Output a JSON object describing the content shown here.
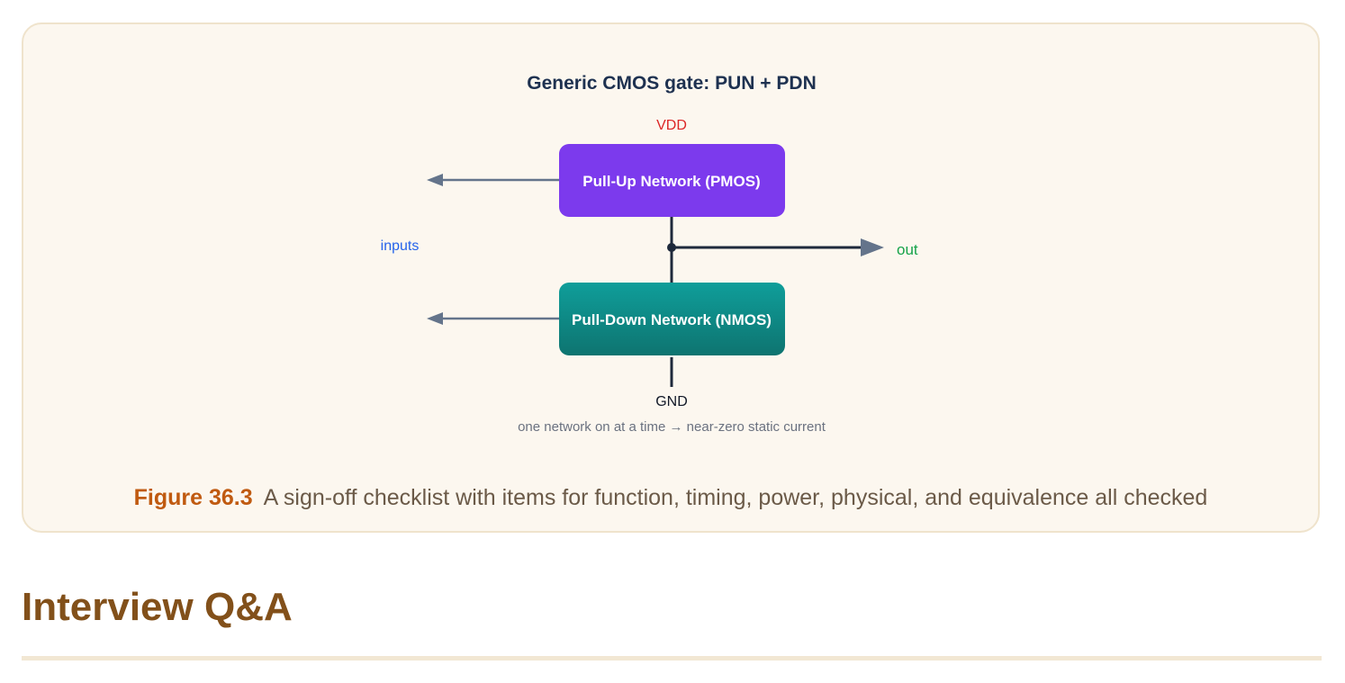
{
  "diagram": {
    "title": "Generic CMOS gate: PUN + PDN",
    "vdd_label": "VDD",
    "gnd_label": "GND",
    "inputs_label": "inputs",
    "output_label": "out",
    "pull_up_label": "Pull-Up Network (PMOS)",
    "pull_down_label": "Pull-Down Network (NMOS)",
    "note": "one network on at a time → near-zero static current",
    "colors": {
      "pull_up_fill": "#7c3aed",
      "pull_down_fill_top": "#0f9e9a",
      "pull_down_fill_bottom": "#0e7470",
      "wire": "#1e293b",
      "input_arrow": "#64748b",
      "vdd": "#dc2626",
      "inputs": "#2563eb",
      "out": "#16a34a"
    }
  },
  "figure": {
    "number": "Figure 36.3",
    "caption": "A sign-off checklist with items for function, timing, power, physical, and equivalence all checked"
  },
  "section": {
    "heading": "Interview Q&A"
  }
}
